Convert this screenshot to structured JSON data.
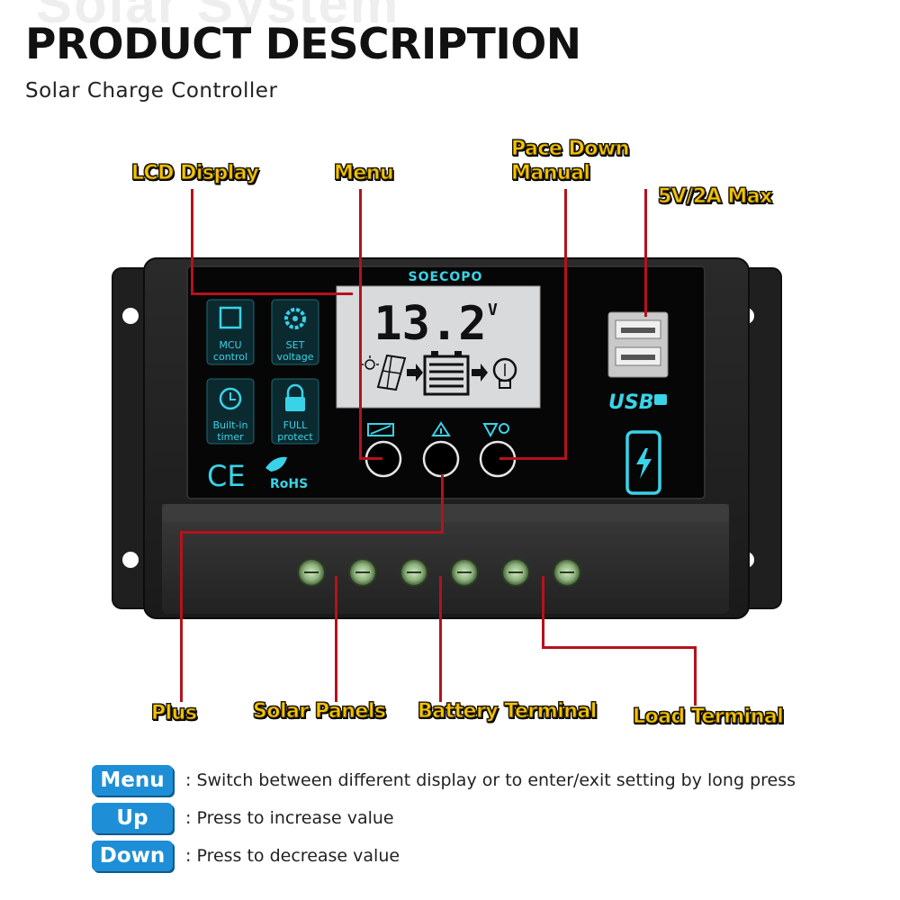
{
  "header": {
    "watermark": "Solar System",
    "title": "PRODUCT DESCRIPTION",
    "subtitle": "Solar Charge Controller"
  },
  "callouts": {
    "lcd_display": "LCD Display",
    "menu": "Menu",
    "pace_down_line1": "Pace Down",
    "pace_down_line2": "Manual",
    "usb_max": "5V/2A Max",
    "plus": "Plus",
    "solar_panels": "Solar Panels",
    "battery_terminal": "Battery Terminal",
    "load_terminal": "Load Terminal"
  },
  "device": {
    "brand": "SOECOPO",
    "lcd_value": "13.2",
    "lcd_unit": "V",
    "features": [
      {
        "label1": "MCU",
        "label2": "control",
        "icon": "chip-icon"
      },
      {
        "label1": "SET",
        "label2": "voltage",
        "icon": "gear-icon"
      },
      {
        "label1": "Built-in",
        "label2": "timer",
        "icon": "clock-icon"
      },
      {
        "label1": "FULL",
        "label2": "protect",
        "icon": "lock-icon"
      }
    ],
    "ce_mark": "CE",
    "rohs_mark": "RoHS",
    "usb_label": "USB"
  },
  "legend": [
    {
      "key": "Menu",
      "desc": ": Switch between different display or to enter/exit setting by long press"
    },
    {
      "key": "Up",
      "desc": ": Press to increase value"
    },
    {
      "key": "Down",
      "desc": ": Press to decrease value"
    }
  ],
  "colors": {
    "accent_cyan": "#39d3e8",
    "callout_yellow": "#f5c400",
    "leader_red": "#b5121b",
    "legend_blue": "#1e8fd6"
  }
}
